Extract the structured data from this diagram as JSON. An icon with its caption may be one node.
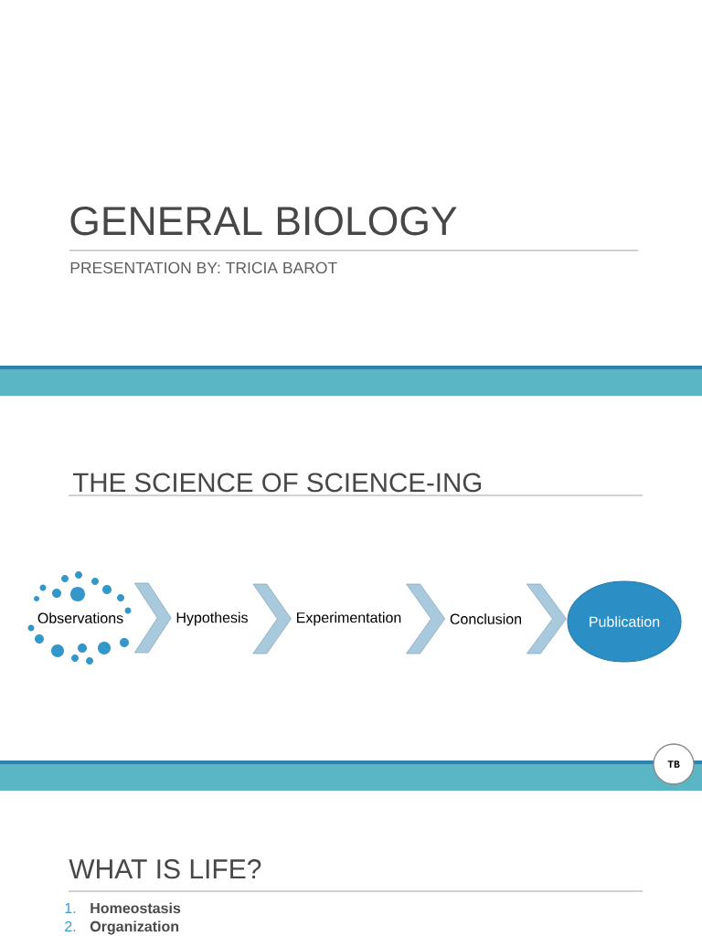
{
  "diagram": {
    "nodes": [
      {
        "text": [
          "Observations"
        ]
      },
      {
        "text": [
          "Hypothesis"
        ]
      },
      {
        "text": [
          "Experimentation"
        ]
      },
      {
        "text": [
          "Conclusion"
        ]
      },
      {
        "text": [
          "Publication"
        ]
      },
      {
        "text": [
          "TB"
        ]
      }
    ],
    "edges": [
      {
        "from": 0,
        "to": 1,
        "arrow": "to"
      },
      {
        "from": 1,
        "to": 2,
        "arrow": "to"
      },
      {
        "from": 2,
        "to": 3,
        "arrow": "to"
      },
      {
        "from": 3,
        "to": 4,
        "arrow": "to"
      }
    ],
    "labels": [
      "GENERAL BIOLOGY",
      "PRESENTATION BY: TRICIA BAROT",
      "THE SCIENCE OF SCIENCE-ING",
      "WHAT IS LIFE?",
      "1.",
      "Homeostasis",
      "2.",
      "Organization"
    ]
  }
}
